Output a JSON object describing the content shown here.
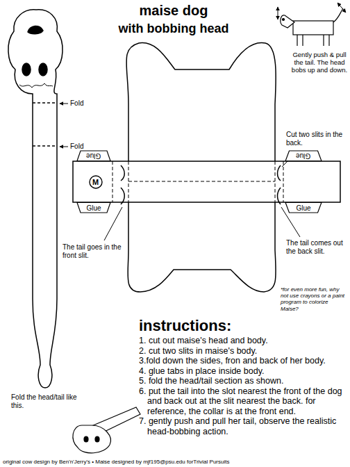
{
  "diagram": {
    "title": "maise dog",
    "nodes": [
      {
        "text": [
          "Glue"
        ]
      },
      {
        "text": [
          "Glue"
        ]
      },
      {
        "text": [
          "M"
        ]
      },
      {
        "text": [
          "Glue"
        ]
      },
      {
        "text": [
          "Glue"
        ]
      }
    ],
    "labels": [
      "with bobbing head",
      "Fold",
      "Fold",
      "Gently push & pull the tail. The head bobs up and down.",
      "Cut two slits in the back.",
      "The tail goes in the front slit.",
      "The tail comes out the back slit.",
      "*for even more fun, why not use crayons or a paint program to colorize Maise?",
      "instructions:",
      "1. cut out maise's head and body.",
      "2. cut two slits in maise's body.",
      "3.fold down the sides, fron and back of her body.",
      "4. glue tabs in place inside body.",
      "5. fold the head/tail section as shown.",
      "6. put the tail into the slot nearest the front of the dog and back out at the slit nearest the back. for reference, the collar is at the front end.",
      "7. gently push and pull her tail, observe the realistic head-bobbing action.",
      "Fold the head/tail like this.",
      "original cow design by Ben'n'Jerry's • Maise designed by mjf195@psu.edu forTrivial Pursuits"
    ]
  }
}
